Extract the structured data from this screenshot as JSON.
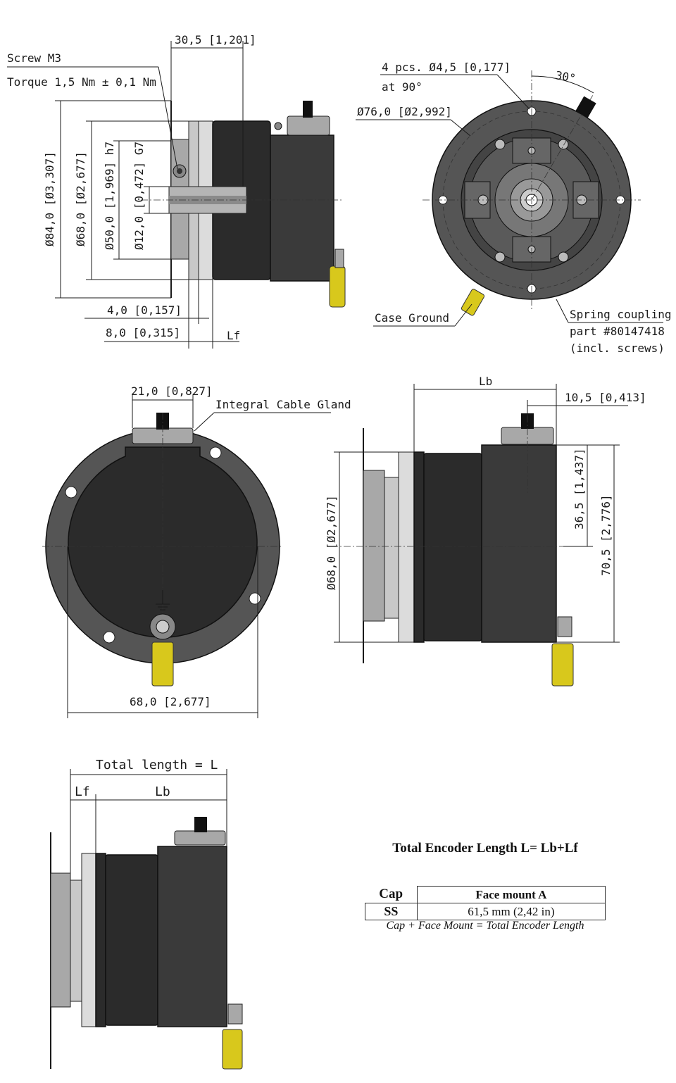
{
  "top_left_view": {
    "dim_top": "30,5 [1,201]",
    "screw_label": "Screw M3",
    "torque_label": "Torque 1,5 Nm ± 0,1 Nm",
    "dia_84": "Ø84,0 [Ø3,307]",
    "dia_68": "Ø68,0 [Ø2,677]",
    "dia_50": "Ø50,0 [1,969] h7",
    "dia_12": "Ø12,0 [0,472] G7",
    "dim_4": "4,0 [0,157]",
    "dim_8": "8,0 [0,315]",
    "lf": "Lf"
  },
  "top_right_view": {
    "holes_label": "4 pcs. Ø4,5 [0,177]",
    "holes_angle": "at 90°",
    "dia_76": "Ø76,0 [Ø2,992]",
    "angle_30": "30°",
    "case_ground": "Case Ground",
    "spring_line1": "Spring coupling",
    "spring_line2": "part #80147418",
    "spring_line3": "(incl. screws)"
  },
  "mid_left_view": {
    "dim_21": "21,0 [0,827]",
    "gland_label": "Integral Cable Gland",
    "dim_68_bottom": "68,0 [2,677]"
  },
  "mid_right_view": {
    "lb": "Lb",
    "dim_10_5": "10,5 [0,413]",
    "dia_68": "Ø68,0 [Ø2,677]",
    "dim_36_5": "36,5 [1,437]",
    "dim_70_5": "70,5 [2,776]"
  },
  "bottom_left_view": {
    "total_length": "Total length = L",
    "lf": "Lf",
    "lb": "Lb"
  },
  "table": {
    "title": "Total Encoder Length L= Lb+Lf",
    "header_cap": "Cap",
    "header_face": "Face mount A",
    "row_cap": "SS",
    "row_value": "61,5 mm (2,42 in)",
    "caption": "Cap + Face Mount = Total Encoder Length"
  },
  "colors": {
    "housing": "#2b2b2b",
    "ring": "#c8c8c8",
    "ground_lead": "#d8c81c"
  }
}
